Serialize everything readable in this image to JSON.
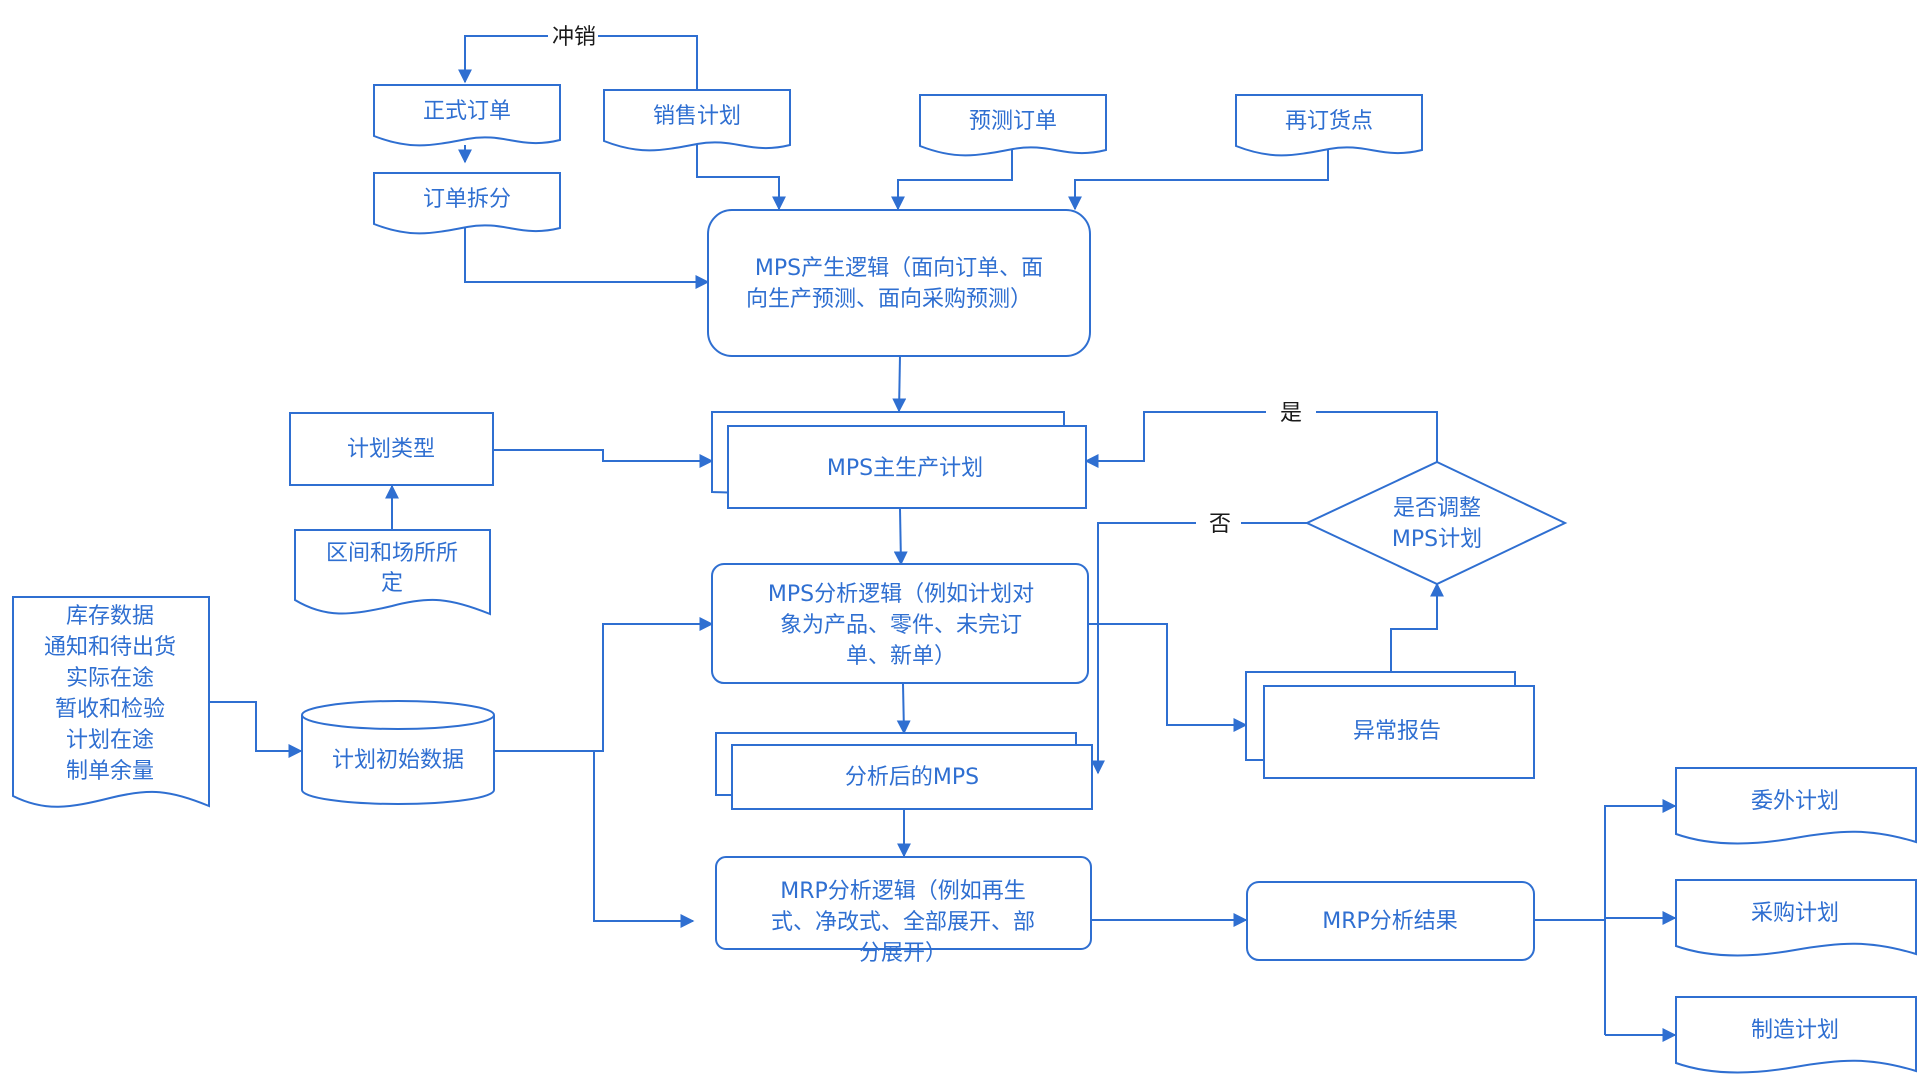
{
  "colors": {
    "stroke": "#2f6fd1",
    "text": "#2f6fd1",
    "edge_label": "#1a1a1a",
    "background": "#ffffff"
  },
  "nodes": {
    "formal_order": {
      "lines": [
        "正式订单"
      ],
      "shape": "document"
    },
    "sales_plan": {
      "lines": [
        "销售计划"
      ],
      "shape": "document"
    },
    "forecast_order": {
      "lines": [
        "预测订单"
      ],
      "shape": "document"
    },
    "reorder_point": {
      "lines": [
        "再订货点"
      ],
      "shape": "document"
    },
    "order_split": {
      "lines": [
        "订单拆分"
      ],
      "shape": "document"
    },
    "mps_gen_logic": {
      "lines": [
        "MPS产生逻辑（面向订单、面",
        "向生产预测、面向采购预测）"
      ],
      "shape": "rounded-rect"
    },
    "plan_type": {
      "lines": [
        "计划类型"
      ],
      "shape": "rect"
    },
    "interval_site": {
      "lines": [
        "区间和场所所",
        "定"
      ],
      "shape": "document"
    },
    "mps_master_plan": {
      "lines": [
        "MPS主生产计划"
      ],
      "shape": "multi-document"
    },
    "adjust_decision": {
      "lines": [
        "是否调整",
        "MPS计划"
      ],
      "shape": "diamond"
    },
    "mps_analysis_logic": {
      "lines": [
        "MPS分析逻辑（例如计划对",
        "象为产品、零件、未完订",
        "单、新单）"
      ],
      "shape": "rounded-rect"
    },
    "exception_report": {
      "lines": [
        "异常报告"
      ],
      "shape": "multi-document"
    },
    "inventory_data": {
      "lines": [
        "库存数据",
        "通知和待出货",
        "实际在途",
        "暂收和检验",
        "计划在途",
        "制单余量"
      ],
      "shape": "document"
    },
    "initial_data": {
      "lines": [
        "计划初始数据"
      ],
      "shape": "cylinder"
    },
    "analyzed_mps": {
      "lines": [
        "分析后的MPS"
      ],
      "shape": "multi-document"
    },
    "mrp_logic": {
      "lines": [
        "MRP分析逻辑（例如再生",
        "式、净改式、全部展开、部",
        "分展开）"
      ],
      "shape": "rounded-rect"
    },
    "mrp_result": {
      "lines": [
        "MRP分析结果"
      ],
      "shape": "rounded-rect"
    },
    "outsource_plan": {
      "lines": [
        "委外计划"
      ],
      "shape": "document"
    },
    "purchase_plan": {
      "lines": [
        "采购计划"
      ],
      "shape": "document"
    },
    "manufacturing_plan": {
      "lines": [
        "制造计划"
      ],
      "shape": "document"
    }
  },
  "edge_labels": {
    "offset": "冲销",
    "yes": "是",
    "no": "否"
  }
}
